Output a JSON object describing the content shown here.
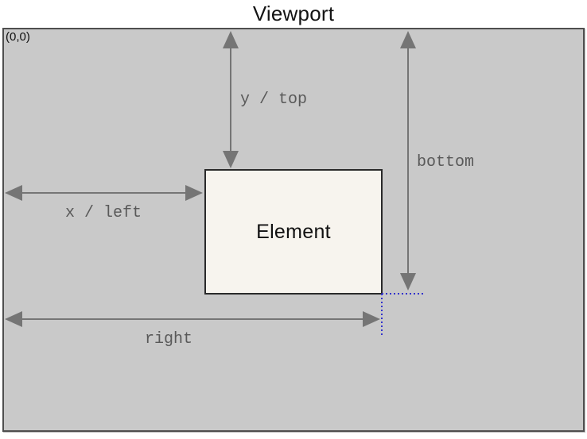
{
  "diagram": {
    "title": "Viewport",
    "origin_label": "(0,0)",
    "element_label": "Element",
    "measurements": {
      "y_top": "y / top",
      "x_left": "x / left",
      "bottom": "bottom",
      "right": "right"
    },
    "colors": {
      "viewport_fill": "#c9c9c9",
      "viewport_border": "#4f4f4f",
      "element_fill": "#f7f4ee",
      "element_border": "#2a2a2a",
      "arrow": "#757575",
      "label_text": "#595959",
      "guide_blue": "#3333cc",
      "title_text": "#141414"
    }
  }
}
